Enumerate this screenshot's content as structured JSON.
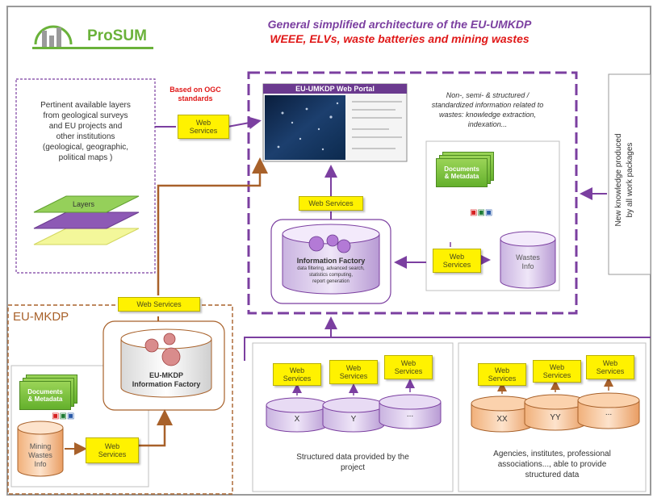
{
  "logo": {
    "text": "ProSUM"
  },
  "title": {
    "line1": "General simplified architecture of the EU-UMKDP",
    "line2": "WEEE, ELVs, waste batteries and mining wastes"
  },
  "left_panel": {
    "text_line1": "Pertinent available layers",
    "text_line2": "from geological surveys",
    "text_line3": "and EU projects and",
    "text_line4": "other institutions",
    "text_line5": "(geological, geographic,",
    "text_line6": "political maps )",
    "layers_label": "Layers"
  },
  "ogc_note": {
    "line1": "Based on OGC",
    "line2": "standards"
  },
  "web_services": {
    "label": "Web Services",
    "two_line": [
      "Web",
      "Services"
    ]
  },
  "portal": {
    "title": "EU-UMKDP Web Portal"
  },
  "non_structured_note": {
    "line1": "Non-, semi- & structured /",
    "line2": "standardized information related to",
    "line3": "wastes: knowledge extraction,",
    "line4": "indexation..."
  },
  "side_note": {
    "line1": "New knowledge produced",
    "line2": "by all work packages"
  },
  "documents": {
    "line1": "Documents",
    "line2": "& Metadata"
  },
  "wastes_info": {
    "line1": "Wastes",
    "line2": "Info"
  },
  "info_factory": {
    "title": "Information Factory",
    "desc1": "data filtering, advanced search,",
    "desc2": "statistics computing,",
    "desc3": "report generation"
  },
  "eu_mkdp": {
    "label": "EU-MKDP",
    "factory_line1": "EU-MKDP",
    "factory_line2": "Information Factory",
    "mining_line1": "Mining",
    "mining_line2": "Wastes",
    "mining_line3": "Info"
  },
  "project_panel": {
    "db_labels": [
      "X",
      "Y",
      "..."
    ],
    "caption1": "Structured data provided by the",
    "caption2": "project"
  },
  "agencies_panel": {
    "db_labels": [
      "XX",
      "YY",
      "..."
    ],
    "caption1": "Agencies, institutes, professional",
    "caption2": "associations..., able to provide",
    "caption3": "structured data"
  },
  "colors": {
    "purple": "#7b3fa0",
    "brown": "#a8612a",
    "yellow": "#fff200",
    "green": "#6ab23a",
    "red": "#e01818"
  }
}
